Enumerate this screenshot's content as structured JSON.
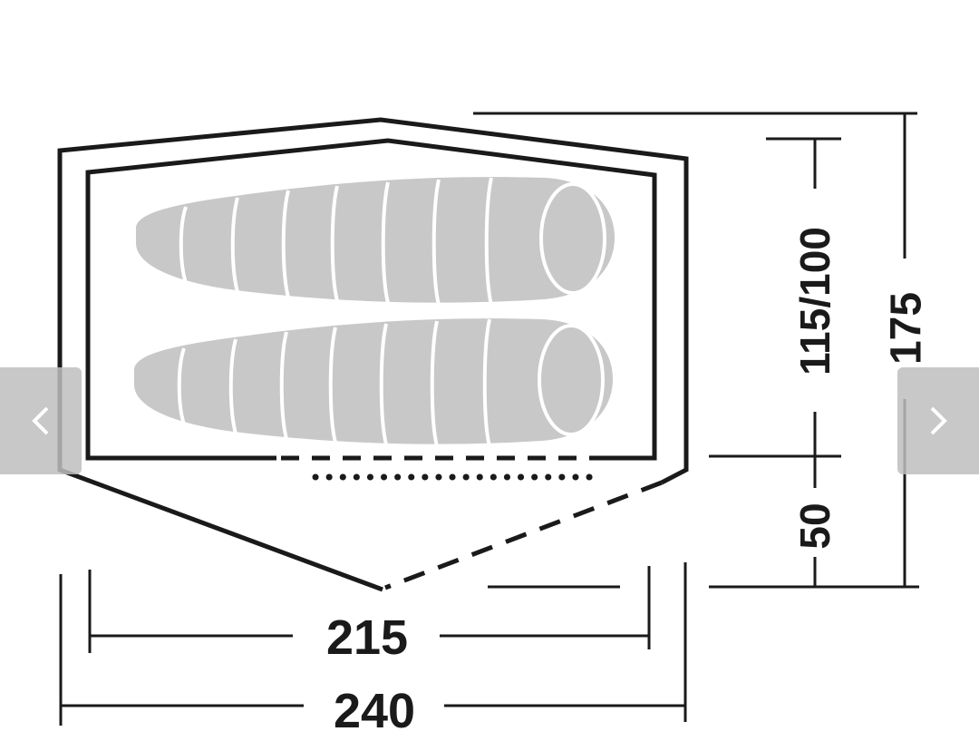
{
  "dimensions": {
    "inner_width": "215",
    "outer_width": "240",
    "inner_depth": "115/100",
    "vestibule_depth": "50",
    "outer_depth": "175"
  },
  "navigation": {
    "prev_icon": "chevron-left-icon",
    "next_icon": "chevron-right-icon"
  },
  "colors": {
    "outline": "#1a1a1a",
    "sleeping_bag": "#c8c8c8",
    "nav_overlay": "#bebebe"
  }
}
